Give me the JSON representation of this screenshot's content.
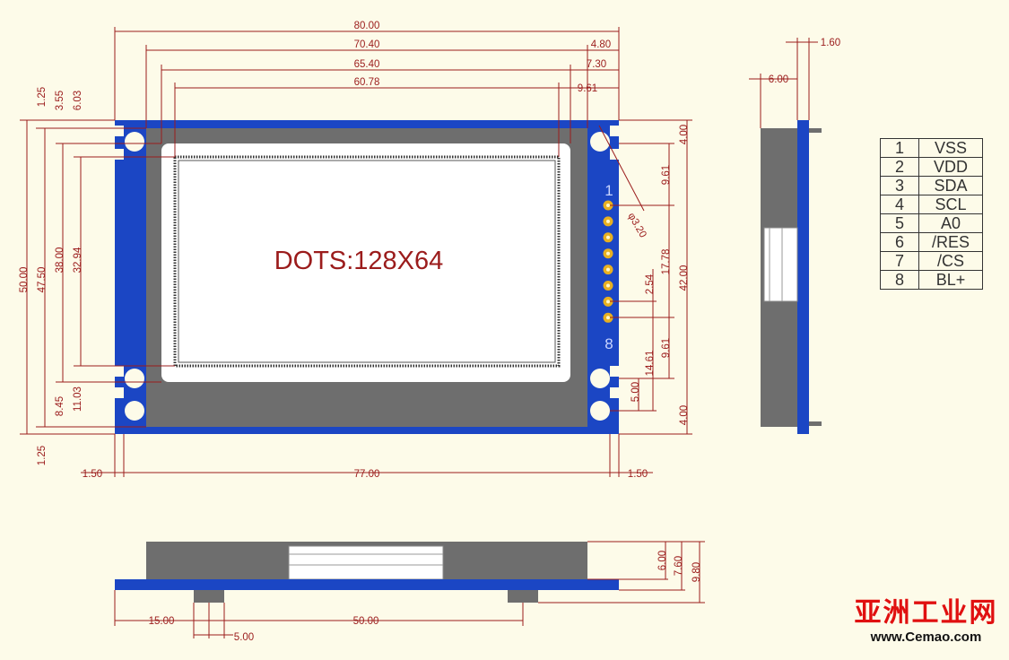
{
  "front_view": {
    "dots_label": "DOTS:128X64",
    "pin_first": "1",
    "pin_last": "8",
    "hole_label": "φ3.20",
    "dims_top": [
      "80.00",
      "70.40",
      "65.40",
      "60.78",
      "4.80",
      "7.30",
      "9.61"
    ],
    "dims_left": [
      "1.25",
      "3.55",
      "6.03",
      "50.00",
      "47.50",
      "38.00",
      "32.94",
      "8.45",
      "11.03",
      "1.25"
    ],
    "dims_right": [
      "4.00",
      "9.61",
      "17.78",
      "42.00",
      "2.54",
      "9.61",
      "14.61",
      "5.00",
      "4.00"
    ],
    "dims_bottom": [
      "1.50",
      "77.00",
      "1.50"
    ]
  },
  "side_view": {
    "dims": [
      "1.60",
      "6.00"
    ]
  },
  "bottom_view": {
    "dims": [
      "6.00",
      "7.60",
      "9.80",
      "15.00",
      "50.00",
      "5.00"
    ]
  },
  "pin_table": [
    {
      "num": "1",
      "signal": "VSS"
    },
    {
      "num": "2",
      "signal": "VDD"
    },
    {
      "num": "3",
      "signal": "SDA"
    },
    {
      "num": "4",
      "signal": "SCL"
    },
    {
      "num": "5",
      "signal": "A0"
    },
    {
      "num": "6",
      "signal": "/RES"
    },
    {
      "num": "7",
      "signal": "/CS"
    },
    {
      "num": "8",
      "signal": "BL+"
    }
  ],
  "watermark": {
    "title": "亚洲工业网",
    "url": "www.Cemao.com"
  },
  "colors": {
    "background": "#fdfbe9",
    "pcb": "#1b46c4",
    "dimension": "#9b1c1c",
    "panel_gray": "#6e6e6e",
    "pin_pad": "#e8b020",
    "watermark": "#e01010"
  }
}
